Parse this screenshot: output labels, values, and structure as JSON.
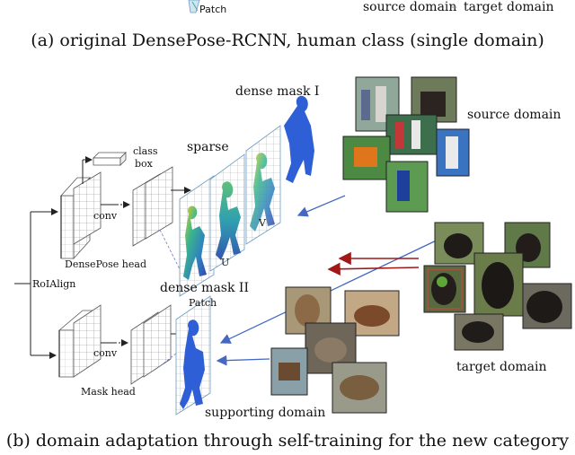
{
  "header": {
    "patch_label": "Patch",
    "source_domain": "source domain",
    "dash": "–",
    "target_domain": "target domain",
    "caption_a": "(a) original DensePose-RCNN, human class (single domain)"
  },
  "diagram": {
    "roialign": "RoIAlign",
    "conv_top": "conv",
    "conv_bottom": "conv",
    "class_label": "class",
    "box_label": "box",
    "densepose_head": "DensePose head",
    "mask_head": "Mask head",
    "sparse": "sparse",
    "patch": "Patch",
    "u_label": "U",
    "v_label": "V",
    "dense_mask_1": "dense mask I",
    "dense_mask_2": "dense mask II",
    "source_domain": "source domain",
    "target_domain": "target domain",
    "supporting_domain": "supporting domain",
    "caption_b": "(b) domain adaptation through self-training for the new category"
  },
  "colors": {
    "red_arrow": "#a01818",
    "blue_arrow": "#4468c4",
    "mask_blue": "#2f5fd6",
    "grid": "#8a8a8a"
  }
}
